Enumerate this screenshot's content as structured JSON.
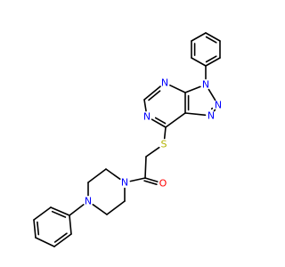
{
  "colors": {
    "background": "#ffffff",
    "bond": "#000000",
    "nitrogen": "#0000ff",
    "oxygen": "#ff0000",
    "sulfur": "#b2b200"
  },
  "atom_labels": [
    {
      "id": "n-triazole-phenyl",
      "text": "N",
      "element": "nitrogen"
    },
    {
      "id": "n-triazole-middle",
      "text": "N",
      "element": "nitrogen"
    },
    {
      "id": "n-triazole-lower",
      "text": "N",
      "element": "nitrogen"
    },
    {
      "id": "n-pyrimidine-upper",
      "text": "N",
      "element": "nitrogen"
    },
    {
      "id": "n-pyrimidine-lower",
      "text": "N",
      "element": "nitrogen"
    },
    {
      "id": "s-thioether",
      "text": "S",
      "element": "sulfur"
    },
    {
      "id": "o-carbonyl",
      "text": "O",
      "element": "oxygen"
    },
    {
      "id": "n-piperazine-amide",
      "text": "N",
      "element": "nitrogen"
    },
    {
      "id": "n-piperazine-phenyl",
      "text": "N",
      "element": "nitrogen"
    }
  ]
}
